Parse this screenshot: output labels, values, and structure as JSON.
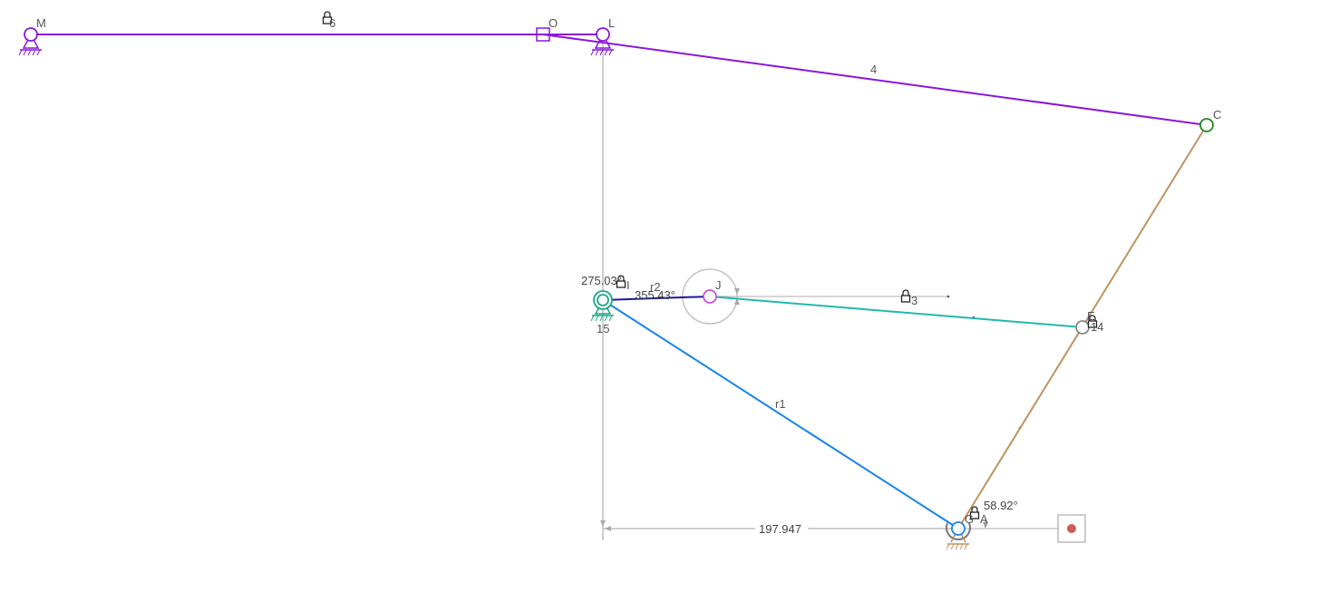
{
  "colors": {
    "purple": "#8a17d6",
    "purple_joint": "#9a2cc4",
    "green_joint": "#1b8a1b",
    "teal_joint": "#1aa784",
    "bronze": "#bf9460",
    "cyan": "#22b8b0",
    "navy": "#1a1aa8",
    "blue": "#1a84e6",
    "gray": "#bdbdbd",
    "dark_gray": "#7a7a7a",
    "red": "#cc5a5a"
  },
  "joints": {
    "M": "M",
    "O": "O",
    "L": "L",
    "C": "C",
    "I": "I",
    "J": "J",
    "E": "E",
    "A": "A",
    "G": "G"
  },
  "links": {
    "link_6": "6",
    "link_4": "4",
    "link_3": "3",
    "link_14": "14",
    "link_15": "15",
    "link_r1": "r1",
    "link_r2": "r2"
  },
  "dimensions": {
    "angle_I": "275.03°",
    "angle_J": "355.43°",
    "angle_A": "58.92°",
    "distance_IA": "197.947"
  },
  "icons": [
    "lock-icon",
    "ground-support-icon",
    "slider-icon",
    "input-crank-icon",
    "record-button-icon"
  ]
}
